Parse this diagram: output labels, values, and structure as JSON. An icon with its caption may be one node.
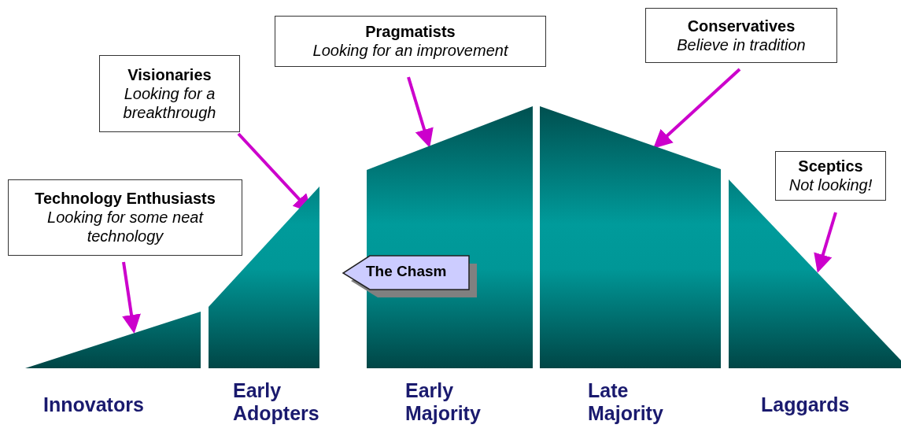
{
  "diagram": {
    "nodes": [
      {
        "text": [
          "Technology Enthusiasts",
          "Looking for some neat technology"
        ]
      },
      {
        "text": [
          "Visionaries",
          "Looking for a breakthrough"
        ]
      },
      {
        "text": [
          "Pragmatists",
          "Looking for an improvement"
        ]
      },
      {
        "text": [
          "Conservatives",
          "Believe in tradition"
        ]
      },
      {
        "text": [
          "Sceptics",
          "Not looking!"
        ]
      },
      {
        "text": [],
        "shape": "bar",
        "beside": [
          "Innovators"
        ]
      },
      {
        "text": [],
        "shape": "bar",
        "beside": [
          "Early Adopters"
        ]
      },
      {
        "text": [],
        "shape": "bar",
        "beside": [
          "Early Majority"
        ]
      },
      {
        "text": [],
        "shape": "bar",
        "beside": [
          "Late Majority"
        ]
      },
      {
        "text": [],
        "shape": "bar",
        "beside": [
          "Laggards"
        ]
      },
      {
        "text": [
          "The Chasm"
        ]
      }
    ],
    "edges": [
      {
        "from": 0,
        "to": 5,
        "arrow": "to"
      },
      {
        "from": 1,
        "to": 6,
        "arrow": "to"
      },
      {
        "from": 2,
        "to": 7,
        "arrow": "to"
      },
      {
        "from": 3,
        "to": 8,
        "arrow": "to"
      },
      {
        "from": 4,
        "to": 9,
        "arrow": "to"
      }
    ]
  }
}
